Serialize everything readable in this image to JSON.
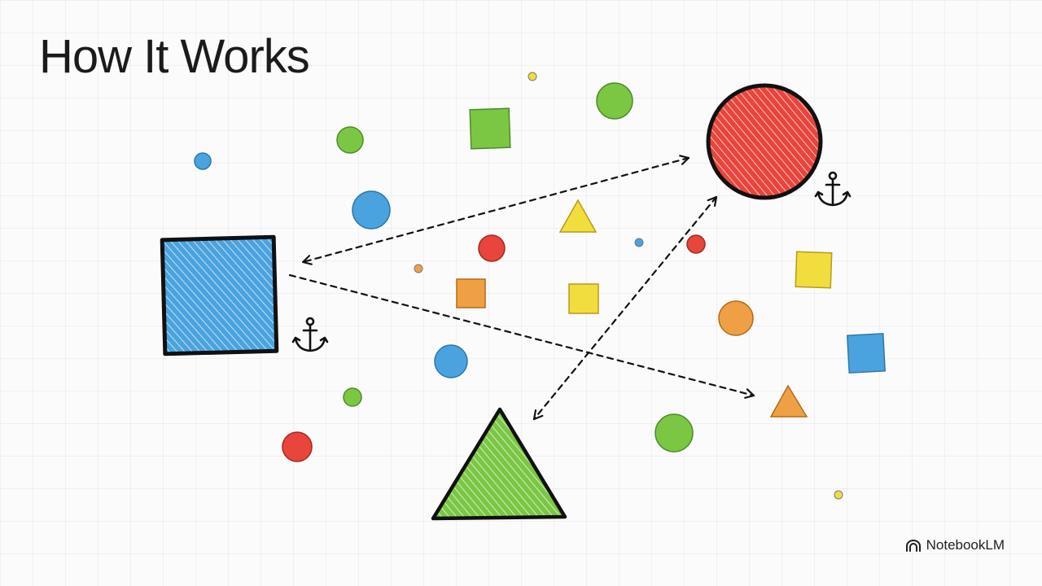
{
  "slide": {
    "title": "How It Works",
    "brand": {
      "name": "NotebookLM",
      "icon": "notebooklm-logo-icon"
    }
  },
  "diagram": {
    "anchor_icon": "anchor-icon",
    "colors": {
      "blue": "#4aa3df",
      "red": "#e8453c",
      "green": "#7bc744",
      "yellow": "#f2dd3e",
      "orange": "#f0a044",
      "outline": "#111111"
    },
    "anchors": [
      {
        "name": "blue-square",
        "shape": "square",
        "color": "blue",
        "anchored": true
      },
      {
        "name": "red-circle",
        "shape": "circle",
        "color": "red",
        "anchored": true
      },
      {
        "name": "green-triangle",
        "shape": "triangle",
        "color": "green",
        "anchored": false
      }
    ],
    "connections": [
      {
        "from": "red-circle",
        "to": "blue-square",
        "style": "dashed",
        "arrows": "both"
      },
      {
        "from": "blue-square",
        "to": "orange-triangle",
        "style": "dashed",
        "arrows": "end"
      },
      {
        "from": "red-circle",
        "to": "green-triangle",
        "style": "dashed",
        "arrows": "both"
      }
    ]
  }
}
